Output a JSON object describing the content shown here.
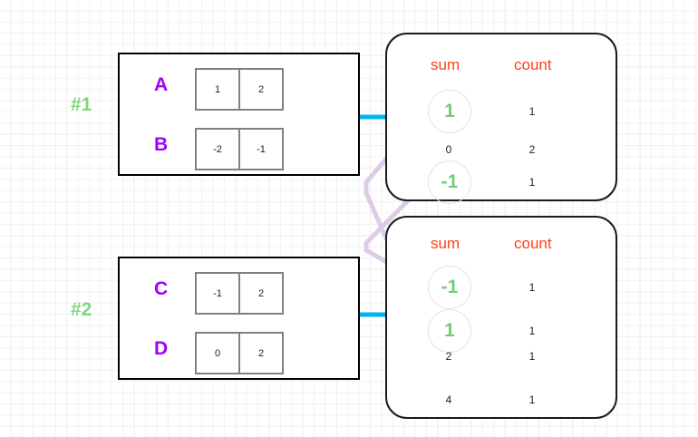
{
  "diagram": {
    "title": "MapReduce combiner partial-sum diagram",
    "colors": {
      "group_tag": "#7ED97E",
      "row_label": "#A100FF",
      "header": "#FF4013",
      "highlight_value": "#72CC72",
      "highlight_ring": "#EADCF0",
      "connector": "#DCCCE6",
      "arrow": "#00B4F0",
      "box_border": "#000000",
      "cell_border": "#808080",
      "grid": "#e4e7e6"
    },
    "groups": [
      {
        "tag": "#1",
        "rows": [
          {
            "label": "A",
            "cells": [
              "1",
              "2"
            ]
          },
          {
            "label": "B",
            "cells": [
              "-2",
              "-1"
            ]
          }
        ],
        "arrow": "arrow-right-icon"
      },
      {
        "tag": "#2",
        "rows": [
          {
            "label": "C",
            "cells": [
              "-1",
              "2"
            ]
          },
          {
            "label": "D",
            "cells": [
              "0",
              "2"
            ]
          }
        ],
        "arrow": "arrow-right-icon"
      }
    ],
    "panels": [
      {
        "headers": {
          "sum": "sum",
          "count": "count"
        },
        "rows": [
          {
            "sum": "1",
            "count": "1",
            "highlight": true
          },
          {
            "sum": "0",
            "count": "2",
            "highlight": false
          },
          {
            "sum": "-1",
            "count": "1",
            "highlight": true
          }
        ]
      },
      {
        "headers": {
          "sum": "sum",
          "count": "count"
        },
        "rows": [
          {
            "sum": "-1",
            "count": "1",
            "highlight": true
          },
          {
            "sum": "1",
            "count": "1",
            "highlight": true
          },
          {
            "sum": "2",
            "count": "1",
            "highlight": false
          },
          {
            "sum": "4",
            "count": "1",
            "highlight": false
          }
        ]
      }
    ]
  }
}
